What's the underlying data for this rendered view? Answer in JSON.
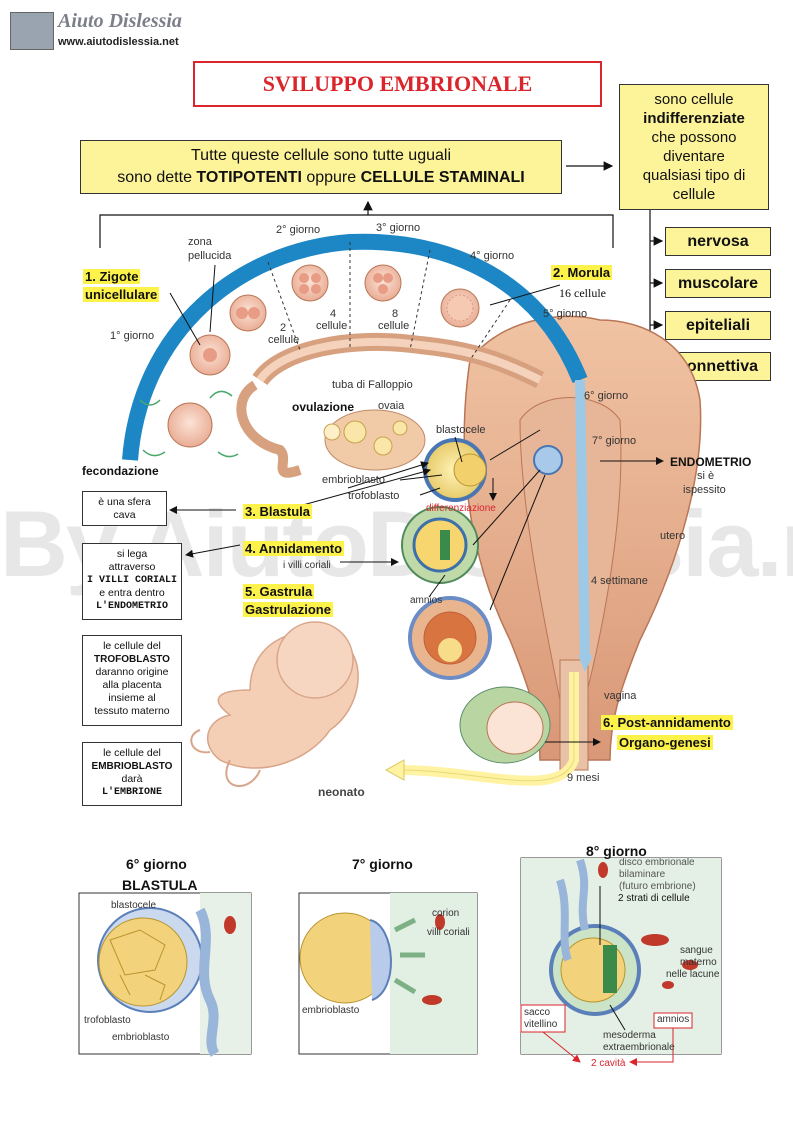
{
  "logo": {
    "name": "Aiuto Dislessia",
    "url": "www.aiutodislessia.net"
  },
  "title": "SVILUPPO EMBRIONALE",
  "totipotent": {
    "line1": "Tutte queste cellule sono tutte uguali",
    "line2_pre": "sono dette ",
    "line2_b1": "TOTIPOTENTI",
    "line2_mid": " oppure ",
    "line2_b2": "CELLULE STAMINALI"
  },
  "indiff": {
    "l1": "sono cellule",
    "l2": "indifferenziate",
    "l3": "che possono",
    "l4": "diventare",
    "l5": "qualsiasi tipo di",
    "l6": "cellule"
  },
  "cell_types": [
    "nervosa",
    "muscolare",
    "epiteliali",
    "connettiva"
  ],
  "diagram_labels": {
    "day1": "1° giorno",
    "day2": "2° giorno",
    "day3": "3° giorno",
    "day4": "4° giorno",
    "day5": "5° giorno",
    "day6": "6° giorno",
    "day7": "7° giorno",
    "weeks4": "4 settimane",
    "months9": "9 mesi",
    "zona": "zona",
    "pellucida": "pellucida",
    "two": "2",
    "four": "4",
    "eight": "8",
    "cellule": "cellule",
    "tuba": "tuba di Falloppio",
    "ovulazione": "ovulazione",
    "ovaia": "ovaia",
    "fecondazione": "fecondazione",
    "blastocele": "blastocele",
    "embrioblasto": "embrioblasto",
    "trofoblasto": "trofoblasto",
    "differenziazione": "differenziazione",
    "villi": "i villi coriali",
    "amnios": "amnios",
    "utero": "utero",
    "vagina": "vagina",
    "neonato": "neonato",
    "endometrio": "ENDOMETRIO",
    "si_e": "si è",
    "ispessito": "ispessito",
    "morula_cells": "16 cellule"
  },
  "stages": {
    "s1a": "1. Zigote",
    "s1b": "unicellulare",
    "s2": "2. Morula",
    "s3": "3. Blastula",
    "s4": "4. Annidamento",
    "s5a": "5. Gastrula",
    "s5b": "Gastrulazione",
    "s6a": "6. Post-annidamento",
    "s6b": "Organo-genesi"
  },
  "side_notes": {
    "sfera_l1": "è una sfera",
    "sfera_l2": "cava",
    "villi_l1": "si lega",
    "villi_l2": "attraverso",
    "villi_l3": "I VILLI CORIALI",
    "villi_l4": "e entra dentro",
    "villi_l5": "L'ENDOMETRIO",
    "trof_l1": "le cellule del",
    "trof_l2": "TROFOBLASTO",
    "trof_l3": "daranno origine",
    "trof_l4": "alla placenta",
    "trof_l5": "insieme al",
    "trof_l6": "tessuto materno",
    "embr_l1": "le cellule del",
    "embr_l2": "EMBRIOBLASTO",
    "embr_l3": "darà",
    "embr_l4": "L'EMBRIONE"
  },
  "bottom": {
    "g6": "6° giorno",
    "blastula": "BLASTULA",
    "g7": "7° giorno",
    "g8": "8° giorno",
    "p1_blastocele": "blastocele",
    "p1_trofoblasto": "trofoblasto",
    "p1_embrioblasto": "embrioblasto",
    "p2_corion": "corion",
    "p2_villi": "villi coriali",
    "p2_embrioblasto": "embrioblasto",
    "p3_disco1": "disco embrionale",
    "p3_disco2": "bilaminare",
    "p3_disco3": "(futuro embrione)",
    "p3_strati": "2 strati di cellule",
    "p3_sangue1": "sangue",
    "p3_sangue2": "materno",
    "p3_sangue3": "nelle lacune",
    "p3_sacco1": "sacco",
    "p3_sacco2": "vitellino",
    "p3_amnios": "amnios",
    "p3_meso1": "mesoderma",
    "p3_meso2": "extraembrionale",
    "p3_cavita": "2 cavità"
  },
  "watermark": "By AiutoDislessia.net"
}
